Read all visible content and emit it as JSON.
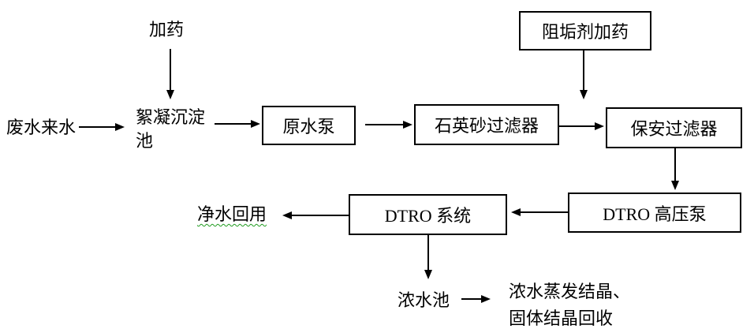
{
  "colors": {
    "line": "#000000",
    "background": "#ffffff",
    "spellcheck_underline": "#1e9b1e"
  },
  "nodes": {
    "dosing": "加药",
    "wastewater_inflow": "废水来水",
    "flocculation_tank": "絮凝沉淀池",
    "raw_water_pump": "原水泵",
    "quartz_sand_filter": "石英砂过滤器",
    "antiscalant_dosing": "阻垢剂加药",
    "security_filter": "保安过滤器",
    "dtro_hp_pump": "DTRO 高压泵",
    "dtro_system": "DTRO 系统",
    "clean_water_reuse": "净水回用",
    "concentrate_tank": "浓水池",
    "concentrate_treatment": "浓水蒸发结晶、固体结晶回收"
  },
  "edges": [
    {
      "from": "dosing",
      "to": "flocculation_tank"
    },
    {
      "from": "wastewater_inflow",
      "to": "flocculation_tank"
    },
    {
      "from": "flocculation_tank",
      "to": "raw_water_pump"
    },
    {
      "from": "raw_water_pump",
      "to": "quartz_sand_filter"
    },
    {
      "from": "quartz_sand_filter",
      "to": "security_filter"
    },
    {
      "from": "antiscalant_dosing",
      "to": "security_filter"
    },
    {
      "from": "security_filter",
      "to": "dtro_hp_pump"
    },
    {
      "from": "dtro_hp_pump",
      "to": "dtro_system"
    },
    {
      "from": "dtro_system",
      "to": "clean_water_reuse"
    },
    {
      "from": "dtro_system",
      "to": "concentrate_tank"
    },
    {
      "from": "concentrate_tank",
      "to": "concentrate_treatment"
    }
  ]
}
